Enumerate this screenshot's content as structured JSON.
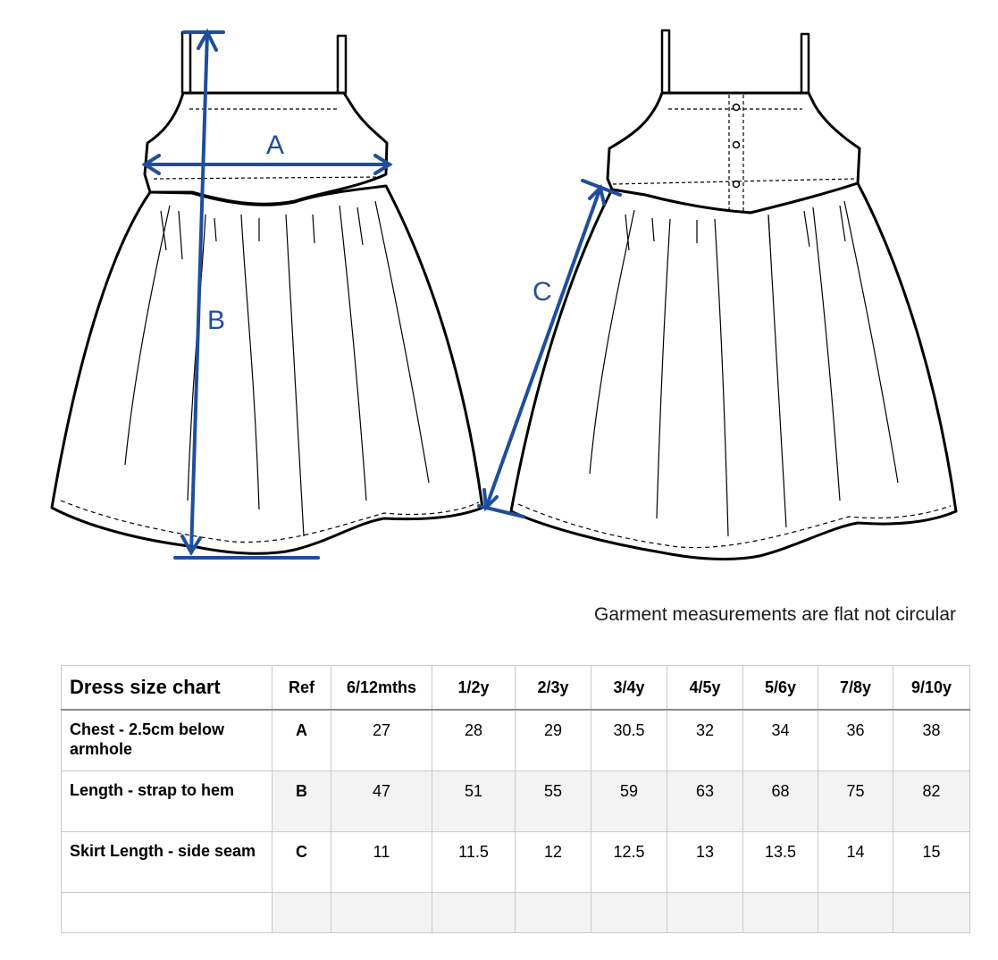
{
  "measurement_labels": {
    "a": "A",
    "b": "B",
    "c": "C"
  },
  "note": "Garment measurements are flat not circular",
  "table": {
    "title": "Dress size chart",
    "ref_header": "Ref",
    "sizes": [
      "6/12mths",
      "1/2y",
      "2/3y",
      "3/4y",
      "4/5y",
      "5/6y",
      "7/8y",
      "9/10y"
    ],
    "rows": [
      {
        "label": "Chest - 2.5cm below armhole",
        "ref": "A",
        "values": [
          "27",
          "28",
          "29",
          "30.5",
          "32",
          "34",
          "36",
          "38"
        ]
      },
      {
        "label": "Length - strap to hem",
        "ref": "B",
        "values": [
          "47",
          "51",
          "55",
          "59",
          "63",
          "68",
          "75",
          "82"
        ]
      },
      {
        "label": "Skirt Length - side seam",
        "ref": "C",
        "values": [
          "11",
          "11.5",
          "12",
          "12.5",
          "13",
          "13.5",
          "14",
          "15"
        ]
      }
    ]
  },
  "colors": {
    "measure_line": "#1f4e9c",
    "outline": "#000000",
    "shade": "#f3f3f3"
  }
}
